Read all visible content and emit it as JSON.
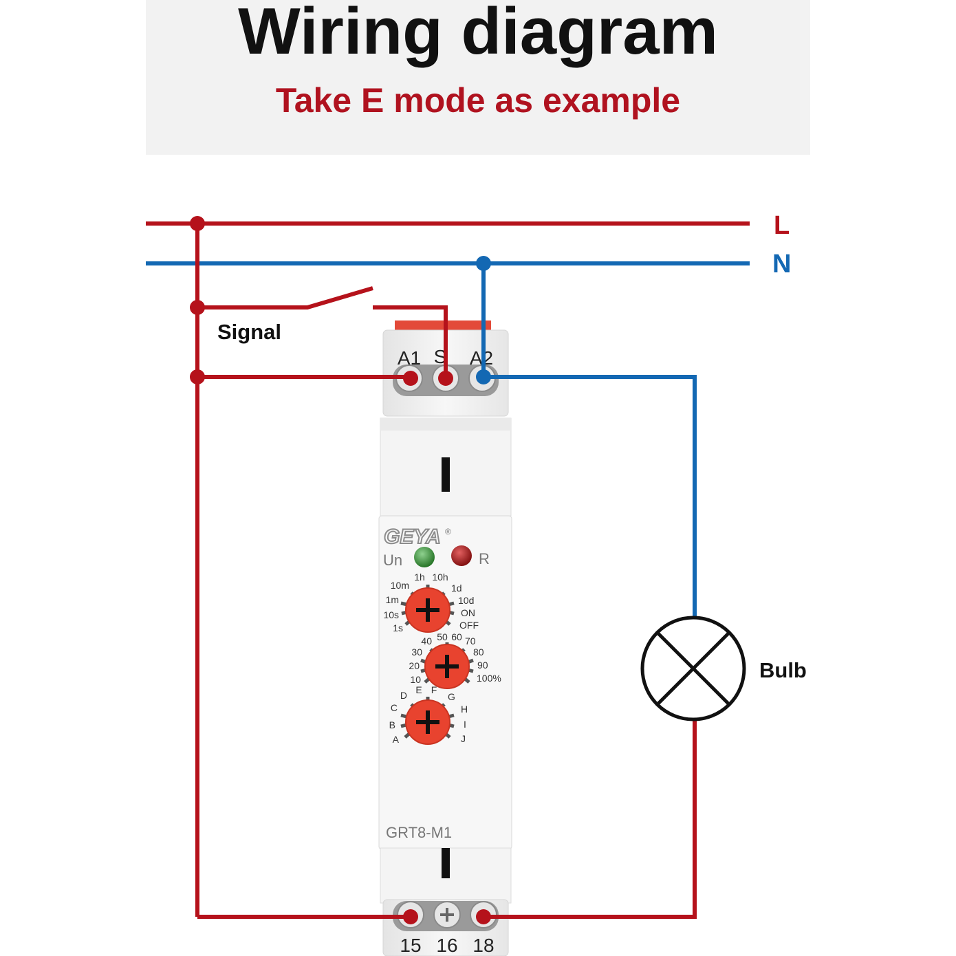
{
  "header": {
    "title": "Wiring diagram",
    "subtitle": "Take E mode as example"
  },
  "lines": {
    "live": "L",
    "neutral": "N"
  },
  "labels": {
    "signal": "Signal",
    "bulb": "Bulb"
  },
  "device": {
    "brand": "GEYA",
    "registered": "®",
    "model": "GRT8-M1",
    "top_terminals": [
      "A1",
      "S",
      "A2"
    ],
    "bottom_terminals": [
      "15",
      "16",
      "18"
    ],
    "led_power": "Un",
    "led_relay": "R",
    "dial_range": {
      "left": [
        "10m",
        "1m",
        "10s",
        "1s"
      ],
      "top": [
        "1h",
        "10h"
      ],
      "right": [
        "1d",
        "10d",
        "ON",
        "OFF"
      ]
    },
    "dial_percent": {
      "left": [
        "40",
        "30",
        "20",
        "10"
      ],
      "top": [
        "50",
        "60"
      ],
      "right": [
        "70",
        "80",
        "90",
        "100%"
      ]
    },
    "dial_mode": {
      "left": [
        "D",
        "C",
        "B",
        "A"
      ],
      "top": [
        "E",
        "F"
      ],
      "right": [
        "G",
        "H",
        "I",
        "J"
      ]
    }
  },
  "colors": {
    "live": "#b5121b",
    "neutral": "#1368b3",
    "accent": "#b0121f",
    "knob": "#e8432f",
    "led_green": "#2e8b2e",
    "led_red": "#a01010"
  }
}
